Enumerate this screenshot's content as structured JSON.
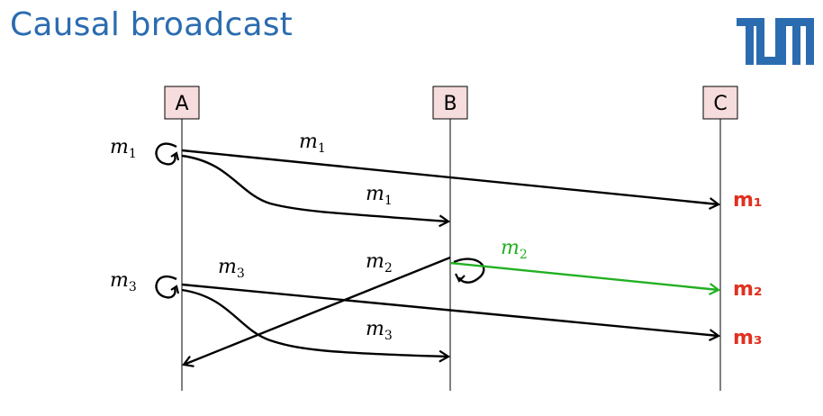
{
  "slide": {
    "title": "Causal broadcast",
    "logo_text": "TUM"
  },
  "processes": [
    {
      "name": "A"
    },
    {
      "name": "B"
    },
    {
      "name": "C"
    }
  ],
  "messages": [
    {
      "id": "m1",
      "label": "m",
      "sub": "1",
      "color": "#000000"
    },
    {
      "id": "m2",
      "label": "m",
      "sub": "2",
      "color": "#22b022"
    },
    {
      "id": "m3",
      "label": "m",
      "sub": "3",
      "color": "#000000"
    }
  ],
  "annotations": {
    "delivered": [
      "m₁",
      "m₂",
      "m₃"
    ],
    "color": "#e03020"
  },
  "colors": {
    "title": "#2b6cb0",
    "process_box_fill": "#f6dcdc",
    "green_message": "#22b022",
    "handwriting": "#e03020"
  }
}
